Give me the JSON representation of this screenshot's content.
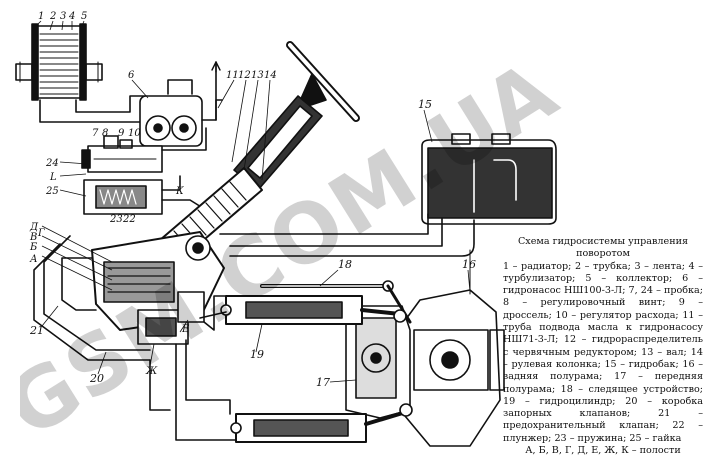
{
  "figure": {
    "title": "Схема гидросистемы управления поворотом",
    "legend": "1 – радиатор; 2 – трубка; 3 – лента; 4 – турбулизатор; 5 – коллектор; 6 – гидронасос НШ100-3-Л; 7, 24 – пробка; 8 – регулировочный винт; 9 – дроссель; 10 – регулятор расхода; 11 – труба подвода масла к гидронасосу НШ71-3-Л; 12 – гидрораспределитель с червячным редуктором; 13 – вал; 14 – рулевая колонка; 15 – гидробак; 16 – задняя полурама; 17 – передняя полурама; 18 – следящее устройство; 19 – гидроцилиндр; 20 – коробка запорных клапанов; 21 – предохранительный клапан; 22 – плунжер; 23 – пружина; 25 – гайка",
    "cavities": "А, Б, В, Г, Д, Е, Ж, К – полости",
    "watermark": "GSM.COM.UA",
    "callouts": {
      "n1": "1",
      "n2": "2",
      "n3": "3",
      "n4": "4",
      "n5": "5",
      "n6": "6",
      "n7": "7",
      "n8": "8",
      "n9": "9",
      "n10": "10",
      "n11": "11",
      "n12": "12",
      "n13": "13",
      "n14": "14",
      "n15": "15",
      "n16": "16",
      "n17": "17",
      "n18": "18",
      "n19": "19",
      "n20": "20",
      "n21": "21",
      "n22": "22",
      "n23": "23",
      "n24": "24",
      "n25": "25",
      "A": "А",
      "B": "Б",
      "V": "В",
      "G": "Г",
      "D": "Д",
      "E": "Е",
      "Zh": "Ж",
      "K": "К",
      "L": "L"
    }
  }
}
